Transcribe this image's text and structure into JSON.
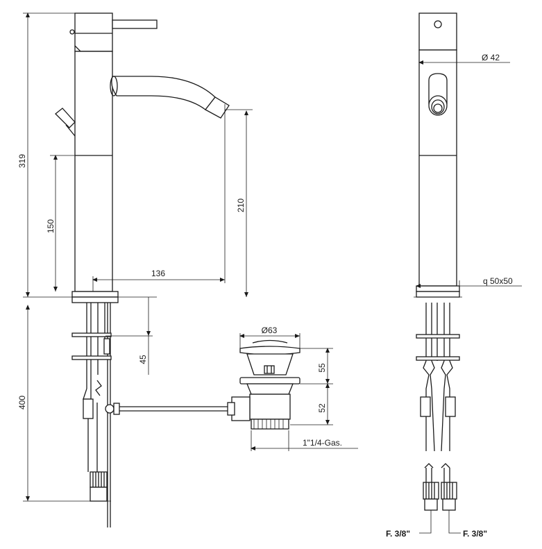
{
  "dimensions": {
    "total_height": "319",
    "base_height": "150",
    "spout_height": "210",
    "spout_reach": "136",
    "below_deck": "400",
    "rod_offset": "45",
    "waste_diameter": "Ø63",
    "waste_upper": "55",
    "waste_lower": "52",
    "waste_thread": "1\"1/4-Gas.",
    "body_diameter": "Ø  42",
    "base_square": "q  50x50",
    "hose_left": "F. 3/8\"",
    "hose_right": "F. 3/8\""
  }
}
